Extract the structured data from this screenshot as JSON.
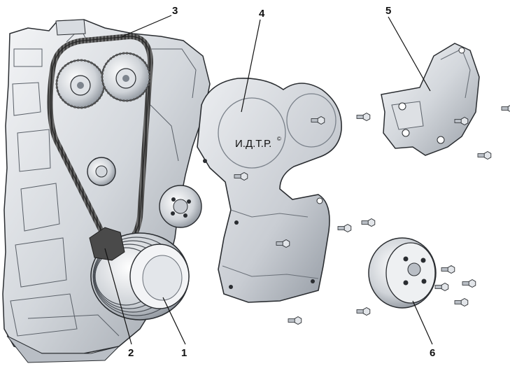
{
  "diagram": {
    "watermark": {
      "text": "И.Д.Т.Р.",
      "symbol": "©"
    },
    "callouts": [
      {
        "id": "1",
        "text": "1"
      },
      {
        "id": "2",
        "text": "2"
      },
      {
        "id": "3",
        "text": "3"
      },
      {
        "id": "4",
        "text": "4"
      },
      {
        "id": "5",
        "text": "5"
      },
      {
        "id": "6",
        "text": "6"
      }
    ]
  },
  "colors": {
    "metal_light": "#e9ebee",
    "metal_mid": "#c4c9d0",
    "metal_dark": "#8e959e",
    "outline": "#2a2d31",
    "belt": "#3c3c3c"
  }
}
